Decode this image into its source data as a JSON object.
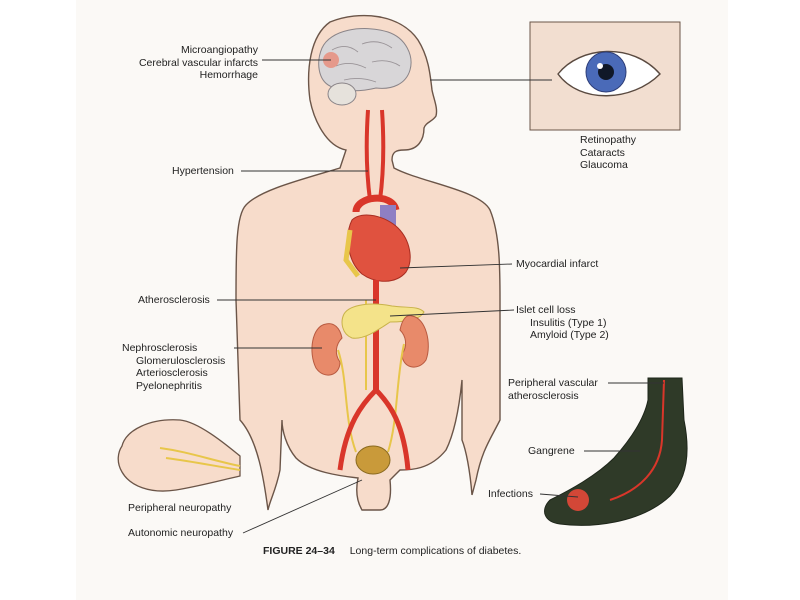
{
  "labels": {
    "brain": [
      "Microangiopathy",
      "Cerebral vascular infarcts",
      "Hemorrhage"
    ],
    "eye": [
      "Retinopathy",
      "Cataracts",
      "Glaucoma"
    ],
    "hypertension": "Hypertension",
    "heart": "Myocardial infarct",
    "atherosclerosis": "Atherosclerosis",
    "pancreas": [
      "Islet cell loss",
      "Insulitis (Type 1)",
      "Amyloid (Type 2)"
    ],
    "kidney": [
      "Nephrosclerosis",
      "Glomerulosclerosis",
      "Arteriosclerosis",
      "Pyelonephritis"
    ],
    "foot_vascular": [
      "Peripheral vascular",
      "atherosclerosis"
    ],
    "gangrene": "Gangrene",
    "infections": "Infections",
    "peripheral_neuropathy": "Peripheral neuropathy",
    "autonomic_neuropathy": "Autonomic neuropathy"
  },
  "caption": {
    "figure": "FIGURE 24–34",
    "text": "Long-term complications of diabetes."
  },
  "colors": {
    "skin": "#f7dccb",
    "outline": "#6b5548",
    "artery": "#d9362a",
    "nerve": "#e8c64a",
    "foot": "#2f3a28",
    "iris": "#4a6ab8"
  }
}
